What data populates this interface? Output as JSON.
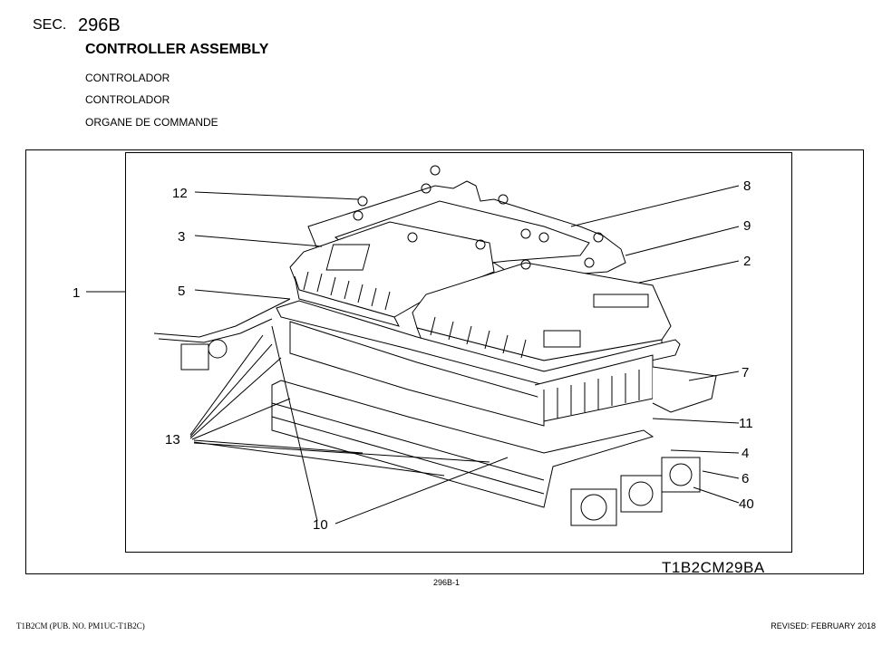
{
  "header": {
    "sec_label": "SEC.",
    "sec_number": "296B",
    "title": "CONTROLLER ASSEMBLY",
    "subtitle_1": "CONTROLADOR",
    "subtitle_2": "CONTROLADOR",
    "subtitle_3": "ORGANE DE COMMANDE"
  },
  "callouts": {
    "c1": "1",
    "c2": "2",
    "c3": "3",
    "c4": "4",
    "c5": "5",
    "c6": "6",
    "c7": "7",
    "c8": "8",
    "c9": "9",
    "c10": "10",
    "c11": "11",
    "c12": "12",
    "c13": "13",
    "c40": "40"
  },
  "drawing_code": "T1B2CM29BA",
  "page_number": "296B-1",
  "footer": {
    "left": "T1B2CM (PUB. NO. PM1UC-T1B2C)",
    "right": "REVISED: FEBRUARY 2018"
  }
}
